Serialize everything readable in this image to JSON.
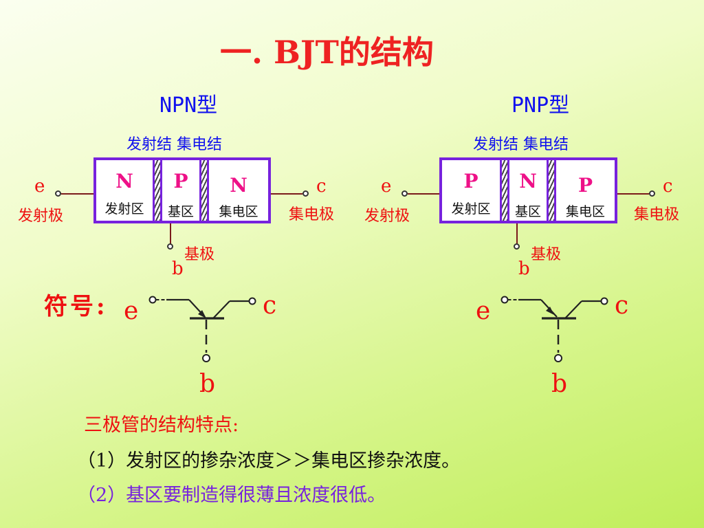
{
  "title": "一. BJT的结构",
  "npn": {
    "type_label": "NPN型",
    "junctions": "发射结 集电结",
    "regions": [
      {
        "letter": "N",
        "name": "发射区"
      },
      {
        "letter": "P",
        "name": "基区"
      },
      {
        "letter": "N",
        "name": "集电区"
      }
    ],
    "emitter_letter": "e",
    "emitter_name": "发射极",
    "collector_letter": "c",
    "collector_name": "集电极",
    "base_name": "基极",
    "base_letter": "b"
  },
  "pnp": {
    "type_label": "PNP型",
    "junctions": "发射结 集电结",
    "regions": [
      {
        "letter": "P",
        "name": "发射区"
      },
      {
        "letter": "N",
        "name": "基区"
      },
      {
        "letter": "P",
        "name": "集电区"
      }
    ],
    "emitter_letter": "e",
    "emitter_name": "发射极",
    "collector_letter": "c",
    "collector_name": "集电极",
    "base_name": "基极",
    "base_letter": "b"
  },
  "symbol": {
    "label": "符号:",
    "npn": {
      "e": "e",
      "c": "c",
      "b": "b"
    },
    "pnp": {
      "e": "e",
      "c": "c",
      "b": "b"
    }
  },
  "features": {
    "heading": "三极管的结构特点:",
    "point1": "（1）发射区的掺杂浓度＞＞集电区掺杂浓度。",
    "point2": "（2）基区要制造得很薄且浓度很低。"
  },
  "colors": {
    "title": "#ee2222",
    "blue": "#1111ee",
    "purple": "#7722dd",
    "region_letter": "#ee1188"
  }
}
